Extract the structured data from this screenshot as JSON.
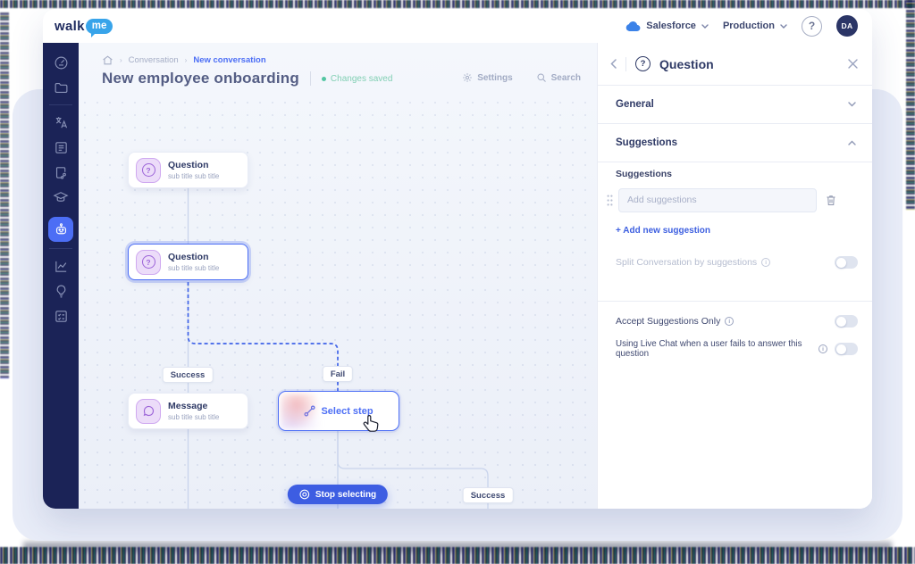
{
  "colors": {
    "accent": "#4c6ef5",
    "sidebar_bg": "#1b2357",
    "logo_bubble": "#38a4ea",
    "saved_green": "#53c6a2",
    "node_icon_purple": "#9c64d8",
    "stop_button_blue": "#3d5de2"
  },
  "topbar": {
    "logo_walk": "walk",
    "logo_me": "me",
    "workspace": "Salesforce",
    "environment": "Production",
    "help_glyph": "?",
    "avatar": "DA"
  },
  "sidebar": {
    "items": [
      {
        "icon": "gauge-icon"
      },
      {
        "icon": "folder-icon"
      },
      {
        "icon": "translate-icon"
      },
      {
        "icon": "list-icon"
      },
      {
        "icon": "flow-doc-icon"
      },
      {
        "icon": "graduation-cap-icon"
      },
      {
        "icon": "bot-icon",
        "active": true
      },
      {
        "icon": "chart-icon"
      },
      {
        "icon": "lightbulb-icon"
      },
      {
        "icon": "survey-icon"
      }
    ]
  },
  "breadcrumb": {
    "items": [
      "Conversation",
      "New conversation"
    ]
  },
  "header": {
    "title": "New employee onboarding",
    "status": "Changes saved",
    "settings": "Settings",
    "search": "Search"
  },
  "nodes": {
    "question_glyph": "?",
    "q1": {
      "title": "Question",
      "subtitle": "sub title sub title"
    },
    "q2": {
      "title": "Question",
      "subtitle": "sub title sub title"
    },
    "message": {
      "title": "Message",
      "subtitle": "sub title sub title"
    },
    "select": {
      "label": "Select step"
    }
  },
  "flow": {
    "success_top": "Success",
    "fail": "Fail",
    "success_bottom": "Success",
    "stop": "Stop selecting"
  },
  "panel": {
    "title": "Question",
    "title_glyph": "?",
    "sections": {
      "general": "General",
      "suggestions": "Suggestions"
    },
    "suggestions": {
      "heading": "Suggestions",
      "input_placeholder": "Add suggestions",
      "add_new": "+ Add new suggestion",
      "split": "Split Conversation by suggestions"
    },
    "toggles": {
      "accept": "Accept Suggestions Only",
      "livechat": "Using Live Chat when a user fails to answer this question"
    }
  }
}
